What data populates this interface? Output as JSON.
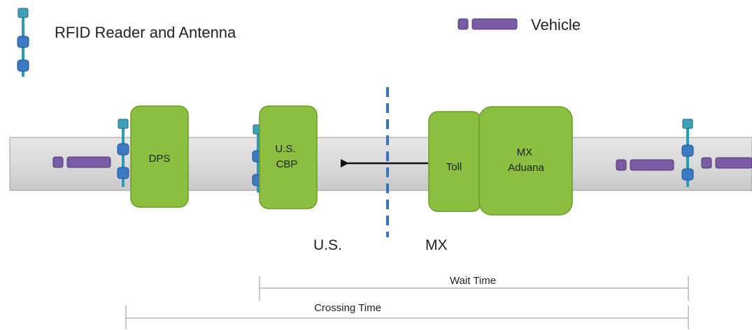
{
  "legend": {
    "reader_label": "RFID Reader and Antenna",
    "vehicle_label": "Vehicle",
    "reader_icon": "rfid-reader-antenna-icon",
    "vehicle_icon": "vehicle-icon"
  },
  "booths": {
    "dps": [
      "DPS"
    ],
    "cbp": [
      "U.S.",
      "CBP"
    ],
    "toll": [
      "Toll"
    ],
    "aduana": [
      "MX",
      "Aduana"
    ]
  },
  "border": {
    "us_label": "U.S.",
    "mx_label": "MX"
  },
  "timelines": {
    "wait_time": "Wait Time",
    "crossing_time": "Crossing Time"
  },
  "colors": {
    "booth_fill": "#8cbf3f",
    "booth_stroke": "#6a9a2b",
    "road_fill": "#d5d5d5",
    "vehicle_fill": "#7b5aa6",
    "reader_fill": "#3c7bc4",
    "reader_top_fill": "#3fa3b8",
    "reader_stem": "#2a9bb0",
    "border_line": "#3d74b8"
  }
}
